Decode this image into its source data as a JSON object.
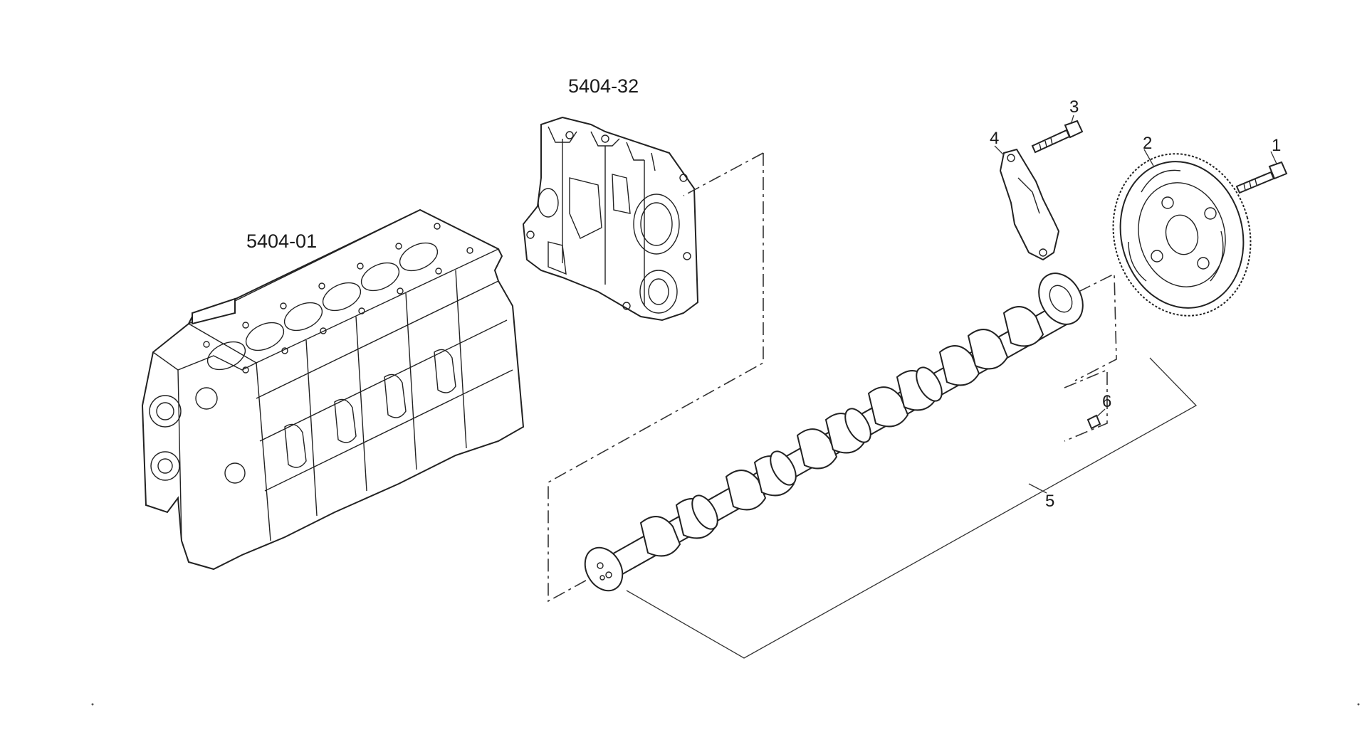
{
  "diagram": {
    "reference_labels": {
      "block": "5404-01",
      "front_cover": "5404-32"
    },
    "callouts": {
      "c1": "1",
      "c2": "2",
      "c3": "3",
      "c4": "4",
      "c5": "5",
      "c6": "6"
    },
    "colors": {
      "line": "#222222",
      "background": "#ffffff"
    }
  }
}
